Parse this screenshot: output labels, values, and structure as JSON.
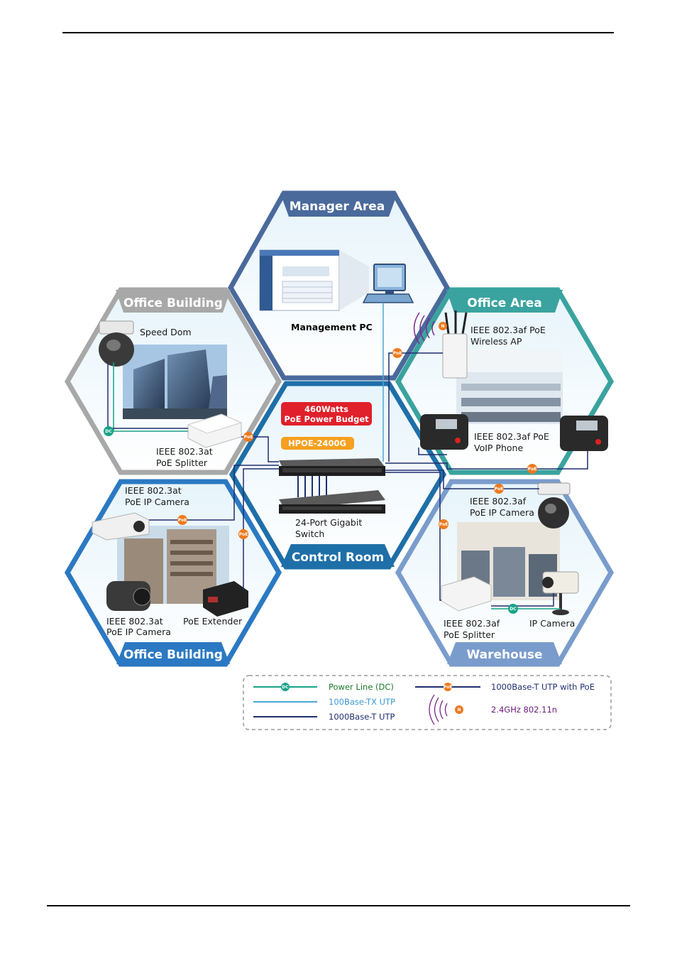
{
  "zones": {
    "manager": "Manager Area",
    "office_area": "Office Area",
    "office_building_top": "Office Building",
    "office_building_bottom": "Office Building",
    "control_room": "Control Room",
    "warehouse": "Warehouse"
  },
  "devices": {
    "management_pc": "Management PC",
    "speed_dom": "Speed Dom",
    "splitter_at_1": "IEEE 802.3at",
    "splitter_at_2": "PoE Splitter",
    "ap_1": "IEEE 802.3af PoE",
    "ap_2": "Wireless AP",
    "voip_1": "IEEE 802.3af PoE",
    "voip_2": "VoIP Phone",
    "cam_at_top_1": "IEEE 802.3at",
    "cam_at_top_2": "PoE IP Camera",
    "cam_at_bot_1": "IEEE 802.3at",
    "cam_at_bot_2": "PoE IP Camera",
    "poe_extender": "PoE Extender",
    "cam_af_1": "IEEE 802.3af",
    "cam_af_2": "PoE IP Camera",
    "splitter_af_1": "IEEE 802.3af",
    "splitter_af_2": "PoE Splitter",
    "ip_camera": "IP Camera",
    "gig_switch_1": "24-Port Gigabit",
    "gig_switch_2": "Switch"
  },
  "badges": {
    "power_budget_1": "460Watts",
    "power_budget_2": "PoE Power Budget",
    "model": "HPOE-2400G"
  },
  "markers": {
    "dc": "DC",
    "poe": "PoE",
    "n": "N"
  },
  "legend": {
    "power_line": "Power Line (DC)",
    "fast_utp": "100Base-TX UTP",
    "gig_utp": "1000Base-T UTP",
    "gig_poe": "1000Base-T UTP with PoE",
    "wifi": "2.4GHz 802.11n"
  },
  "colors": {
    "manager": "#4a6a9c",
    "office_area": "#3aa39f",
    "office_building_gray": "#a8a8a8",
    "office_building_blue": "#2b79c2",
    "control_room": "#1e6fa8",
    "warehouse": "#7a9ccc",
    "dc_line": "#17a389",
    "fast_line": "#4aa8d8",
    "gig_line": "#1f2f6e",
    "poe_marker": "#ee7a1e",
    "wifi": "#7a2a8a",
    "budget_red": "#e0202a",
    "model_orange": "#f5a01e"
  }
}
